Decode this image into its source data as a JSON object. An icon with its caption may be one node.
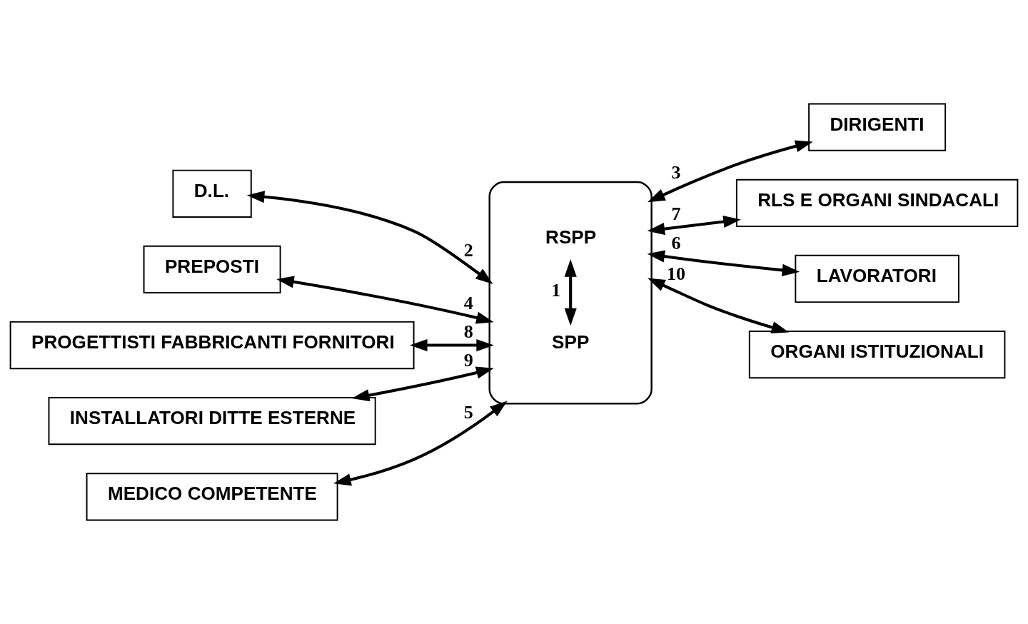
{
  "diagram": {
    "nodes": [
      {
        "text": [],
        "shape": "box"
      },
      {
        "text": [
          "SPP"
        ],
        "in": 0
      },
      {
        "text": [
          "RSPP"
        ],
        "in": 0
      },
      {
        "text": [
          "D.L."
        ]
      },
      {
        "text": [
          "DIRIGENTI"
        ]
      },
      {
        "text": [
          "PREPOSTI"
        ]
      },
      {
        "text": [
          "RLS E ORGANI SINDACALI"
        ]
      },
      {
        "text": [
          "PROGETTISTI FABBRICANTI FORNITORI"
        ]
      },
      {
        "text": [
          "LAVORATORI"
        ]
      },
      {
        "text": [
          "INSTALLATORI DITTE ESTERNE"
        ]
      },
      {
        "text": [
          "MEDICO COMPETENTE"
        ]
      },
      {
        "text": [
          "ORGANI ISTITUZIONALI"
        ]
      }
    ],
    "edges": [
      {
        "from": 1,
        "to": 2,
        "arrow": "both",
        "label": "1"
      },
      {
        "from": 3,
        "to": 0,
        "arrow": "both",
        "label": "2"
      },
      {
        "from": 0,
        "to": 4,
        "arrow": "both",
        "label": "3"
      },
      {
        "from": 5,
        "to": 0,
        "arrow": "both",
        "label": "4"
      },
      {
        "from": 10,
        "to": 0,
        "arrow": "both",
        "label": "5"
      },
      {
        "from": 0,
        "to": 8,
        "arrow": "both",
        "label": "6"
      },
      {
        "from": 0,
        "to": 6,
        "arrow": "both",
        "label": "7"
      },
      {
        "from": 7,
        "to": 0,
        "arrow": "both",
        "label": "8"
      },
      {
        "from": 9,
        "to": 0,
        "arrow": "both",
        "label": "9"
      },
      {
        "from": 0,
        "to": 11,
        "arrow": "both",
        "label": "10"
      }
    ]
  }
}
